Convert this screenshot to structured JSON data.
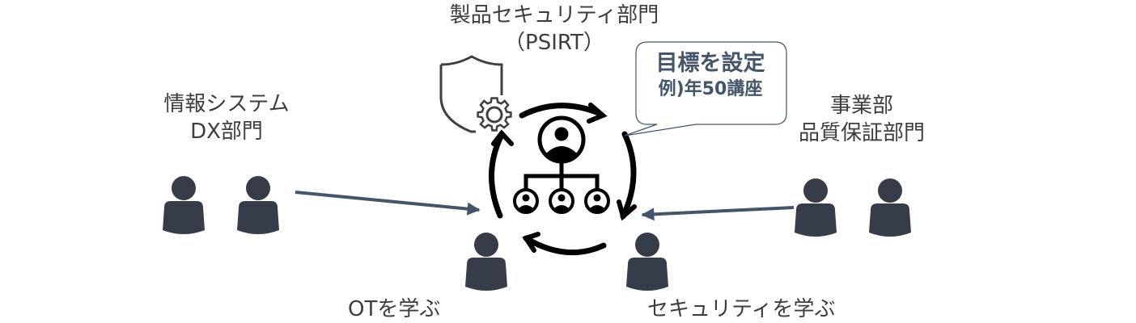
{
  "colors": {
    "person_fill": "#373d48",
    "arrow_blue": "#44546a",
    "cycle_black": "#000000",
    "shield_gray": "#404040",
    "callout_border": "#44546a",
    "text": "#3d3d3d"
  },
  "center": {
    "title_line1": "製品セキュリティ部門",
    "title_line2": "（PSIRT）",
    "icons": [
      "shield-gear-icon",
      "org-chart-icon",
      "cycle-arrows-icon"
    ]
  },
  "callout": {
    "line1": "目標を設定",
    "line2": "例)年50講座"
  },
  "left_group": {
    "line1": "情報システム",
    "line2": "DX部門",
    "people_count": 2
  },
  "right_group": {
    "line1": "事業部",
    "line2": "品質保証部門",
    "people_count": 2
  },
  "bottom_left": {
    "label": "OTを学ぶ"
  },
  "bottom_right": {
    "label": "セキュリティを学ぶ"
  }
}
